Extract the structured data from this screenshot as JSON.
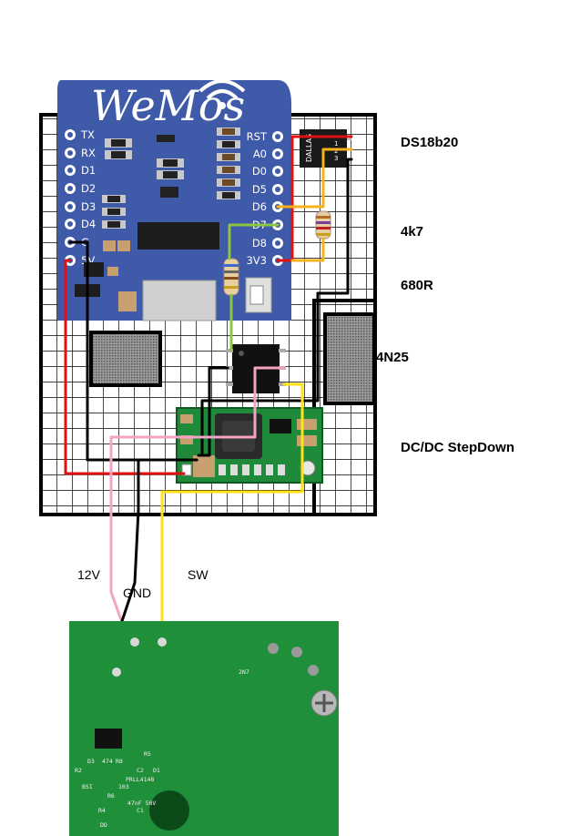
{
  "labels": {
    "ds18b20": "DS18b20",
    "r1": "4k7",
    "r2": "680R",
    "opto": "4N25",
    "dcdc": "DC/DC StepDown",
    "v12": "12V",
    "gnd": "GND",
    "sw": "SW"
  },
  "wemos": {
    "logo": "WeMos",
    "left_pins": [
      "TX",
      "RX",
      "D1",
      "D2",
      "D3",
      "D4",
      "G",
      "5V"
    ],
    "right_pins": [
      "RST",
      "A0",
      "D0",
      "D5",
      "D6",
      "D7",
      "D8",
      "3V3"
    ]
  },
  "sensor": {
    "brand": "DALLAS",
    "pin_marks": [
      "1",
      "2",
      "3"
    ]
  },
  "pcb_silkscreen": [
    "D3",
    "474",
    "R8",
    "R2",
    "C2",
    "D1",
    "R6",
    "BSI",
    "103",
    "R5",
    "47nF 50V",
    "C1",
    "R4",
    "PRLL4148",
    "DD",
    "2N7"
  ],
  "colors": {
    "board_blue": "#3f5aa8",
    "pcb_green": "#1f8f3a",
    "wire_red": "#e01010",
    "wire_black": "#000000",
    "wire_yellow": "#ffe21a",
    "wire_pink": "#f4a3c4",
    "wire_green": "#8dc63f",
    "wire_orange": "#f7b21b"
  },
  "icons": [
    "wifi-icon",
    "mounting-screw-icon"
  ]
}
